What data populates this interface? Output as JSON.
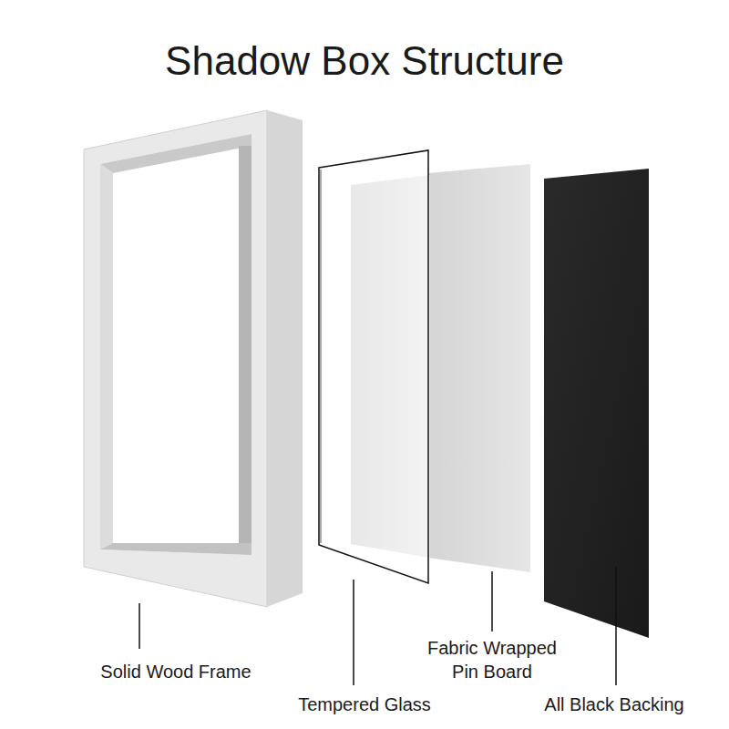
{
  "diagram": {
    "title": "Shadow Box Structure",
    "labels": [
      "Solid Wood Frame",
      "Tempered Glass",
      "Fabric Wrapped Pin Board",
      "All Black Backing"
    ]
  }
}
